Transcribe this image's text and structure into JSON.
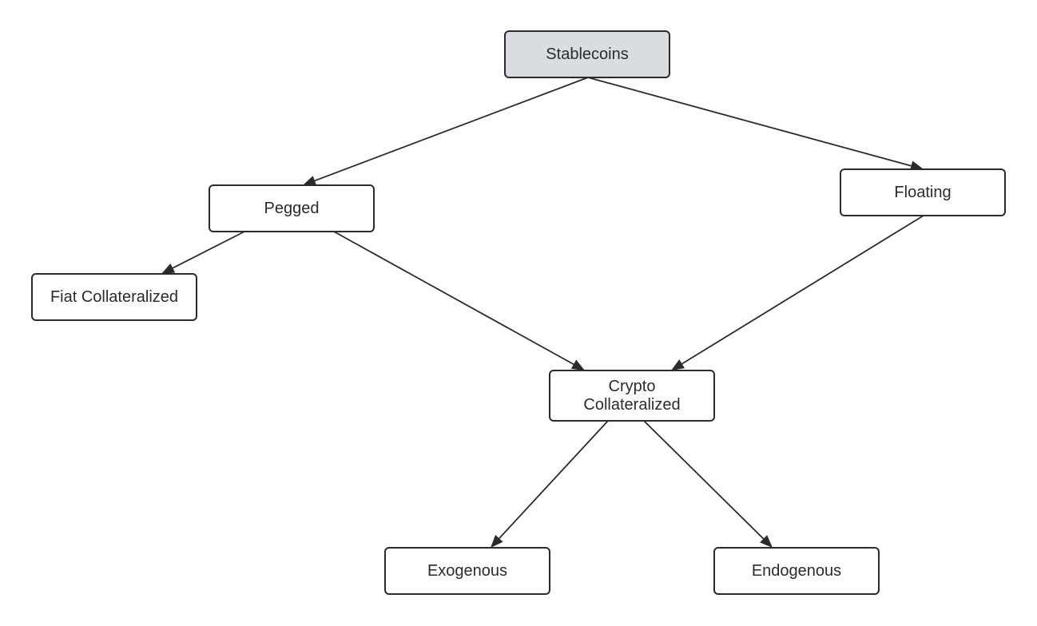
{
  "diagram": {
    "type": "tree",
    "colors": {
      "root_fill": "#d9dde2",
      "node_fill": "#ffffff",
      "stroke": "#2b2b2b"
    },
    "nodes": [
      {
        "id": "stablecoins",
        "lines": [
          "Stablecoins"
        ],
        "root": true
      },
      {
        "id": "pegged",
        "lines": [
          "Pegged"
        ]
      },
      {
        "id": "floating",
        "lines": [
          "Floating"
        ]
      },
      {
        "id": "fiat",
        "lines": [
          "Fiat Collateralized"
        ]
      },
      {
        "id": "crypto",
        "lines": [
          "Crypto",
          "Collateralized"
        ]
      },
      {
        "id": "exogenous",
        "lines": [
          "Exogenous"
        ]
      },
      {
        "id": "endogenous",
        "lines": [
          "Endogenous"
        ]
      }
    ],
    "edges": [
      {
        "from": "stablecoins",
        "to": "pegged"
      },
      {
        "from": "stablecoins",
        "to": "floating"
      },
      {
        "from": "pegged",
        "to": "fiat"
      },
      {
        "from": "pegged",
        "to": "crypto"
      },
      {
        "from": "floating",
        "to": "crypto"
      },
      {
        "from": "crypto",
        "to": "exogenous"
      },
      {
        "from": "crypto",
        "to": "endogenous"
      }
    ]
  }
}
